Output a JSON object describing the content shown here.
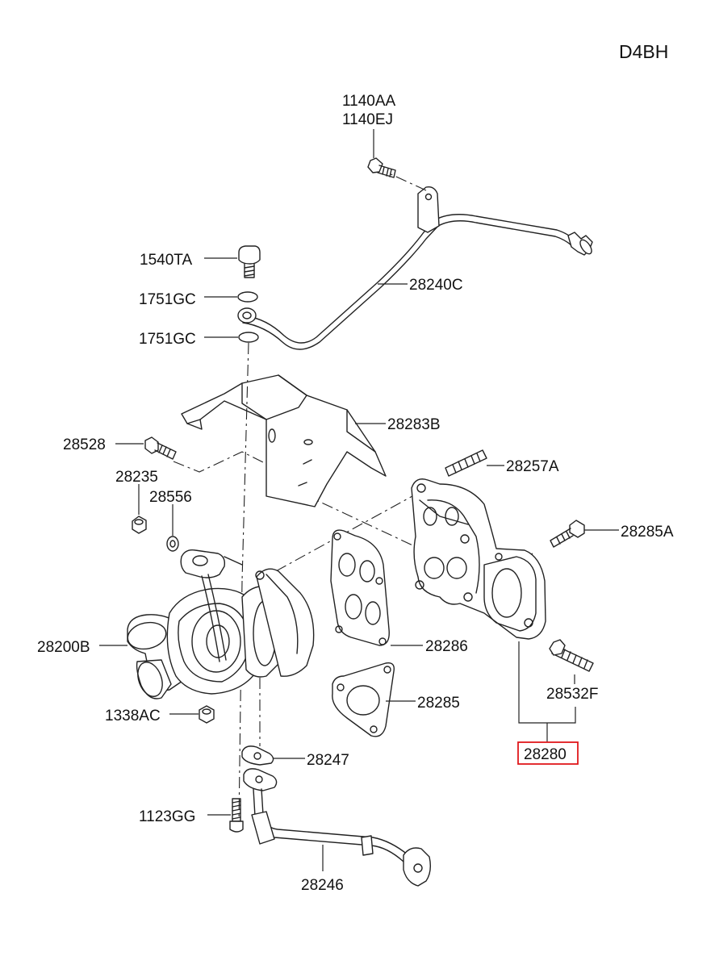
{
  "engine_code": "D4BH",
  "labels": {
    "p1140AA": "1140AA",
    "p1140EJ": "1140EJ",
    "p1540TA": "1540TA",
    "p1751GC_a": "1751GC",
    "p1751GC_b": "1751GC",
    "p28240C": "28240C",
    "p28283B": "28283B",
    "p28528": "28528",
    "p28257A": "28257A",
    "p28235": "28235",
    "p28556": "28556",
    "p28285A": "28285A",
    "p28200B": "28200B",
    "p28286": "28286",
    "p28532F": "28532F",
    "p1338AC": "1338AC",
    "p28285": "28285",
    "p28280": "28280",
    "p28247": "28247",
    "p1123GG": "1123GG",
    "p28246": "28246"
  },
  "colors": {
    "highlight": "#e0181b",
    "line": "#222222"
  }
}
